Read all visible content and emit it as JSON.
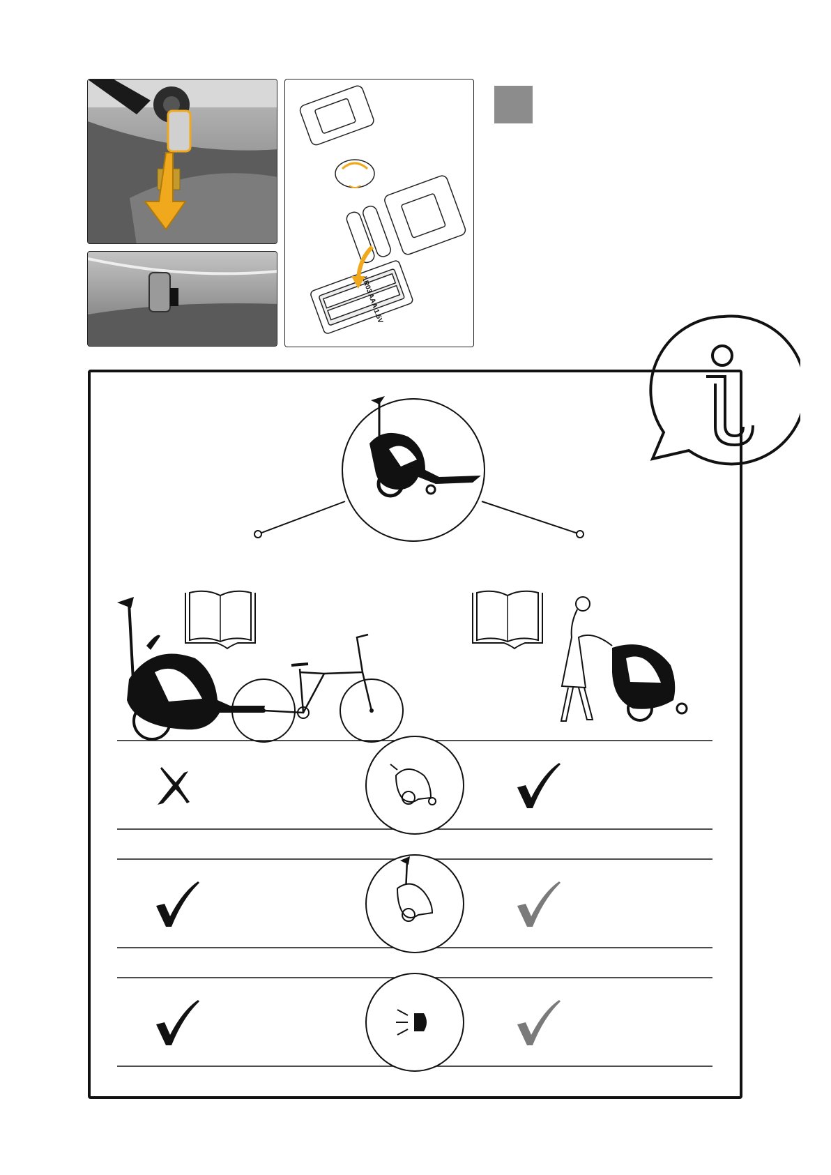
{
  "step": {
    "marker_color": "#8c8c8c"
  },
  "battery_illustration": {
    "battery_labels": [
      "LR03",
      "AAA",
      "1.5V"
    ],
    "arrow_color": "#f0a81c"
  },
  "accent_color": "#f0a81c",
  "info_icon": {
    "glyph": "i"
  },
  "use_cases": [
    {
      "id": "bicycle-trailer",
      "manual_icon": "open-book-icon",
      "illustration": "trailer-with-bicycle"
    },
    {
      "id": "stroller",
      "manual_icon": "open-book-icon",
      "illustration": "woman-pushing-stroller"
    }
  ],
  "requirement_rows": [
    {
      "feature_icon": "trailer-reflector-icon",
      "bicycle": "not-required",
      "stroller": "required"
    },
    {
      "feature_icon": "trailer-flag-icon",
      "bicycle": "required",
      "stroller": "optional"
    },
    {
      "feature_icon": "light-icon",
      "bicycle": "required",
      "stroller": "optional"
    }
  ],
  "icon_colors": {
    "required": "#111111",
    "optional": "#7a7a7a"
  }
}
